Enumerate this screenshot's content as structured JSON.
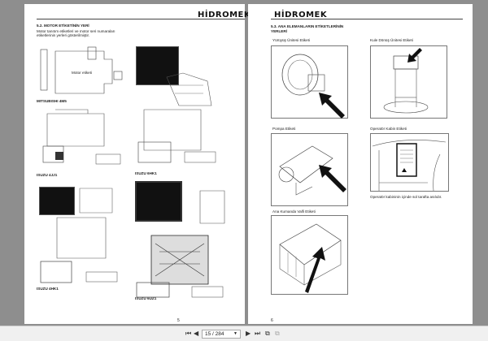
{
  "brand": "HİDROMEK",
  "left_page": {
    "section_title": "5.2. MOTOR ETİKETİNİN YERİ",
    "intro": [
      "Motor tanıtım etiketleri ve motor seri numaraları",
      "etiketlerinin yerleri gösterilmiştir."
    ],
    "callout": "Motor etiketi",
    "captions": [
      "MITSUBISHI 4M5",
      "ISUZU 4JJ1",
      "ISUZU 6HK1",
      "ISUZU 4HK1",
      "ISUZU 6UZ1"
    ],
    "page_number": "5"
  },
  "right_page": {
    "section_title": [
      "5.3. ANA      ELEMANLARIN      ETİKETLERİNİN",
      "YERLERİ"
    ],
    "figures": [
      {
        "label": "Yürüyüş Ünitesi Etiketi"
      },
      {
        "label": "Kule Dönüş Ünitesi Etiketi"
      },
      {
        "label": "Pompa Etiketi"
      },
      {
        "label": "Operatör Kabin Etiketi",
        "note": "Operatör kabininin içinde sol tarafta asılıdır."
      },
      {
        "label": "Ana Kumanda Valfi Etiketi"
      }
    ],
    "page_number": "6"
  },
  "toolbar": {
    "page_display": "15 / 284",
    "first": "first-page-icon",
    "prev": "previous-page-icon",
    "next": "next-page-icon",
    "last": "last-page-icon"
  }
}
